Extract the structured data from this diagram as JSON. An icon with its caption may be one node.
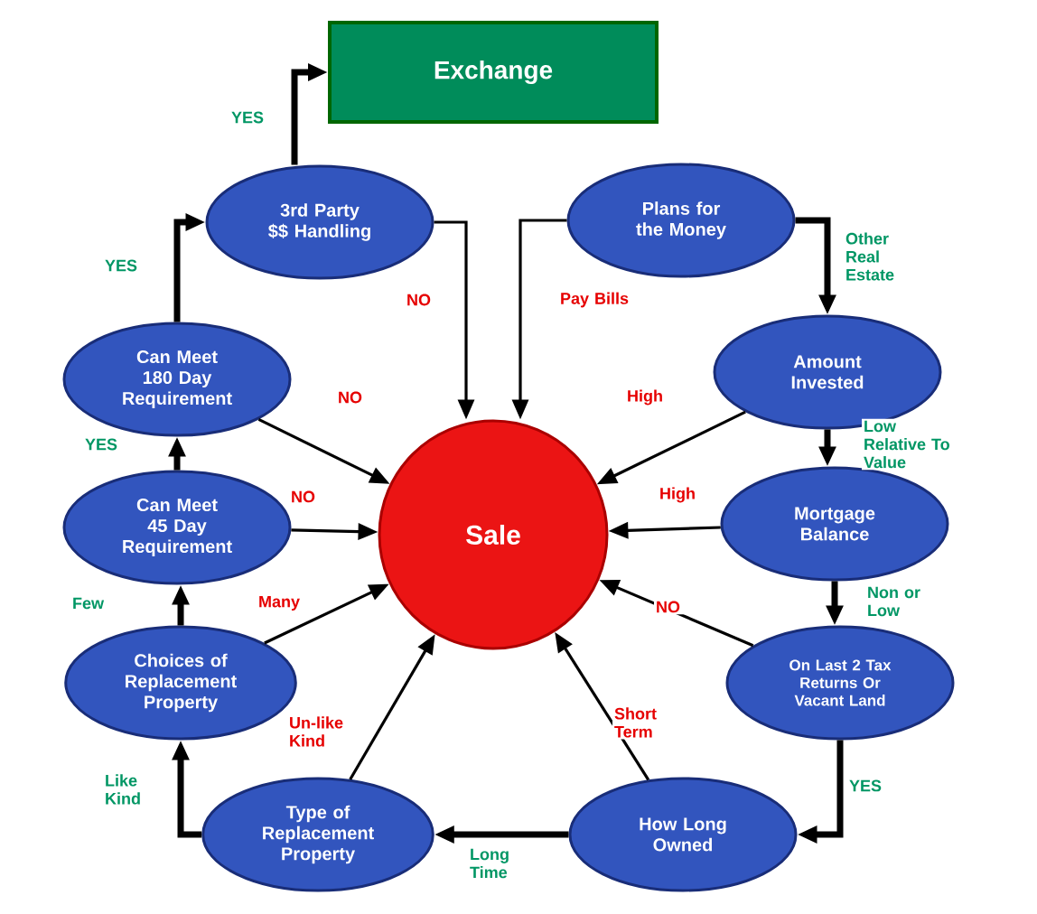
{
  "diagram": {
    "nodes": [
      {
        "text": [
          "Exchange"
        ]
      },
      {
        "text": [
          "Sale"
        ]
      },
      {
        "text": [
          "3rd Party $$ Handling"
        ]
      },
      {
        "text": [
          "Plans for the Money"
        ]
      },
      {
        "text": [
          "Can Meet 180 Day Requirement"
        ]
      },
      {
        "text": [
          "Amount Invested"
        ]
      },
      {
        "text": [
          "Can Meet 45 Day Requirement"
        ]
      },
      {
        "text": [
          "Mortgage Balance"
        ]
      },
      {
        "text": [
          "Choices of Replacement Property"
        ]
      },
      {
        "text": [
          "On Last 2 Tax Returns Or Vacant Land"
        ]
      },
      {
        "text": [
          "Type of Replacement Property"
        ]
      },
      {
        "text": [
          "How Long Owned"
        ]
      }
    ],
    "edges": [
      {
        "from": 2,
        "to": 0,
        "arrow": "to",
        "label": "YES",
        "style": "thick"
      },
      {
        "from": 2,
        "to": 1,
        "arrow": "to",
        "label": "NO"
      },
      {
        "from": 3,
        "to": 1,
        "arrow": "to",
        "label": "Pay Bills"
      },
      {
        "from": 3,
        "to": 5,
        "arrow": "to",
        "label": "Other Real Estate",
        "style": "thick"
      },
      {
        "from": 4,
        "to": 2,
        "arrow": "to",
        "label": "YES",
        "style": "thick"
      },
      {
        "from": 4,
        "to": 1,
        "arrow": "to",
        "label": "NO"
      },
      {
        "from": 5,
        "to": 1,
        "arrow": "to",
        "label": "High"
      },
      {
        "from": 5,
        "to": 7,
        "arrow": "to",
        "label": "Low Relative To Value",
        "style": "thick"
      },
      {
        "from": 6,
        "to": 4,
        "arrow": "to",
        "label": "YES",
        "style": "thick"
      },
      {
        "from": 6,
        "to": 1,
        "arrow": "to",
        "label": "NO"
      },
      {
        "from": 7,
        "to": 1,
        "arrow": "to",
        "label": "High"
      },
      {
        "from": 7,
        "to": 9,
        "arrow": "to",
        "label": "Non or Low",
        "style": "thick"
      },
      {
        "from": 8,
        "to": 6,
        "arrow": "to",
        "label": "Few",
        "style": "thick"
      },
      {
        "from": 8,
        "to": 1,
        "arrow": "to",
        "label": "Many"
      },
      {
        "from": 9,
        "to": 11,
        "arrow": "to",
        "label": "YES",
        "style": "thick"
      },
      {
        "from": 9,
        "to": 1,
        "arrow": "to",
        "label": "NO"
      },
      {
        "from": 10,
        "to": 8,
        "arrow": "to",
        "label": "Like Kind",
        "style": "thick"
      },
      {
        "from": 10,
        "to": 1,
        "arrow": "to",
        "label": "Un-like Kind"
      },
      {
        "from": 11,
        "to": 10,
        "arrow": "to",
        "label": "Long Time",
        "style": "thick"
      },
      {
        "from": 11,
        "to": 1,
        "arrow": "to",
        "label": "Short Term"
      }
    ]
  }
}
